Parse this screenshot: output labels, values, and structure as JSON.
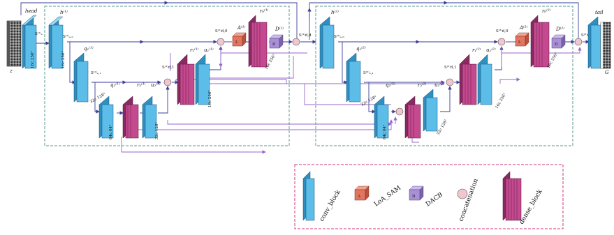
{
  "colors": {
    "conv": "#5bbde8",
    "conv_side": "#2f8fbf",
    "dense": "#c4498f",
    "dense_side": "#8a2a63",
    "loa": "#e37560",
    "dacb": "#a98fd6",
    "concat": "#f0c6cf",
    "arrow_blue": "#3a3f98",
    "arrow_purple": "#9966cc",
    "box_teal": "#5a9a90",
    "box_magenta": "#d0337d"
  },
  "labels": {
    "z": "z",
    "head": "head",
    "tail": "tail",
    "G": "G",
    "h1": "h⁽¹⁾",
    "h2": "h⁽²⁾",
    "q1_1": "q₁⁽¹⁾",
    "q1_2": "q₂⁽¹⁾",
    "q2_1": "q₁⁽²⁾",
    "q2_2": "q₂⁽²⁾",
    "r1_2": "r₂⁽¹⁾",
    "r1_1": "r₁⁽¹⁾",
    "r1_0": "r₀⁽¹⁾",
    "r2_2": "r₂⁽²⁾",
    "r2_1": "r₁⁽²⁾",
    "r2_0": "r₀⁽²⁾",
    "u1_2": "u₂⁽¹⁾",
    "u1_1": "u₁⁽¹⁾",
    "u2_2": "u₂⁽²⁾",
    "u2_1": "u₁⁽²⁾",
    "A1": "A⁽¹⁾",
    "D1": "D⁽¹⁾",
    "A2": "A⁽²⁾",
    "D2": "D⁽²⁾",
    "S_head": "S⁽¹⁾ₑ",
    "S1_e0": "S⁽¹⁾ₑ,₀",
    "S1_e1": "S⁽¹⁾ₑ,₁",
    "S1_d0": "S⁽¹⁾d,0",
    "S1_d1": "S⁽¹⁾d,1",
    "S2_e0": "S⁽²⁾ₑ,₀",
    "S2_e1": "S⁽²⁾ₑ,₁",
    "S2_d0": "S⁽²⁾d,0",
    "S2_d1": "S⁽²⁾d,1",
    "S1_dd": "S⁽¹⁾d,d",
    "S2_dd": "S⁽²⁾d,d",
    "dim_16c": "16c 256²",
    "dim_32c": "32c 128²",
    "dim_64c": "64c 64²",
    "icon_L": "L",
    "icon_D": "D"
  },
  "legend": {
    "conv_block": "conv_block",
    "loa_sam": "LoA_SAM",
    "dacb": "DACB",
    "concatenation": "concatenation",
    "dense_block": "dense_block"
  }
}
